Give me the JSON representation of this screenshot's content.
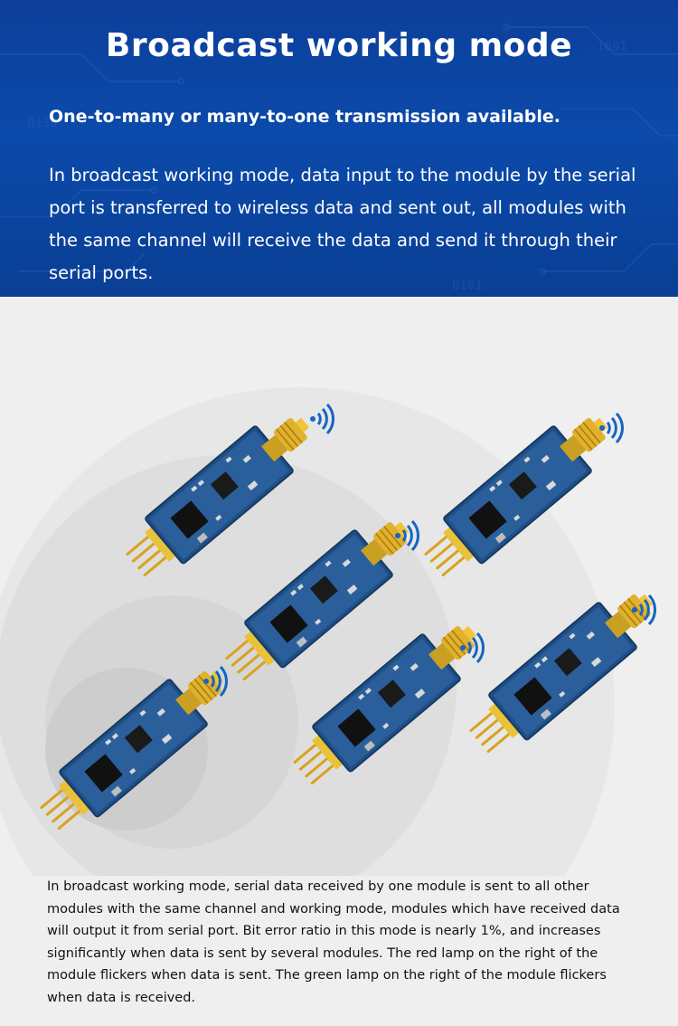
{
  "header": {
    "title": "Broadcast working mode",
    "subtitle": "One-to-many or many-to-one transmission available.",
    "description": "In broadcast working mode, data input to the module by the serial port is transferred to wireless data and sent out, all modules with the same channel will receive the data and send it through their serial ports."
  },
  "illustration": {
    "module_icon": "wireless-module-icon",
    "signal_icon": "wifi-signal-icon",
    "module_count": 6
  },
  "footer": {
    "text": "In broadcast working mode, serial data received by one module is sent to all other modules with the same channel and working mode, modules which have received data will output it from serial port. Bit error ratio in this mode is nearly 1%, and increases significantly when data is sent by several modules. The red lamp on the right of the module flickers when data is sent. The green lamp on the right of the module flickers when data is received."
  },
  "colors": {
    "header_bg": "#0b4aab",
    "pcb_blue": "#1f4f86",
    "antenna_gold": "#d9a21c",
    "signal_blue": "#1565c0"
  }
}
